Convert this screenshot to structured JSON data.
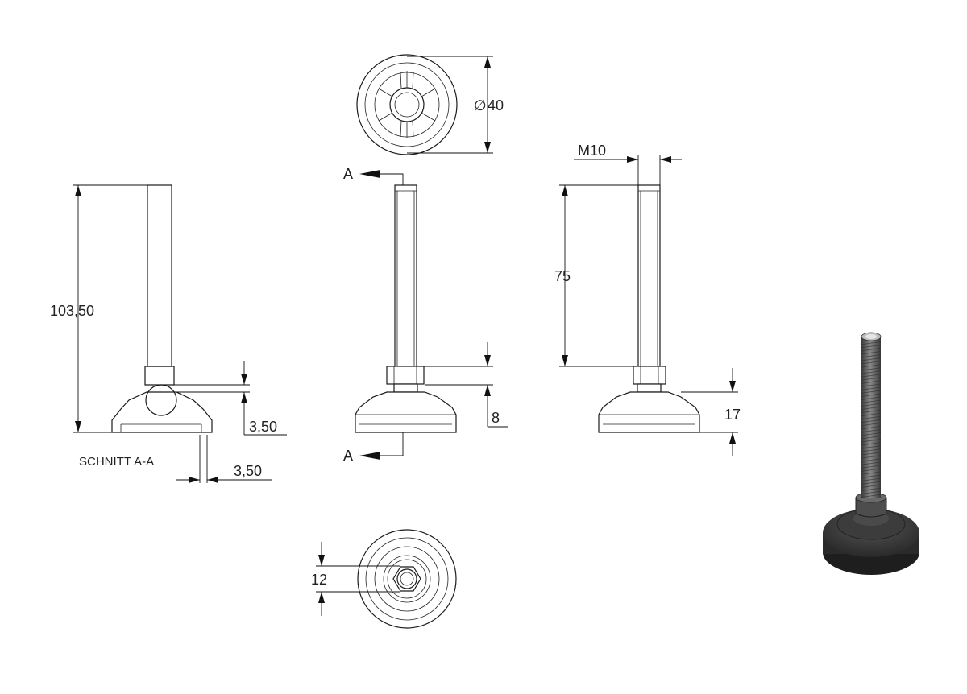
{
  "dimensions": {
    "diameter": "40",
    "thread": "M10",
    "total_height": "103,50",
    "thread_length": "75",
    "base_height_8": "8",
    "base_height_17": "17",
    "section_offset_v": "3,50",
    "section_offset_h": "3,50",
    "hex_size": "12"
  },
  "labels": {
    "section_title": "SCHNITT A-A",
    "section_top": "A",
    "section_bottom": "A",
    "diameter_symbol": "∅"
  },
  "colors": {
    "line": "#1a1a1a",
    "render_base": "#3a3a3a",
    "render_thread": "#5c5c5c"
  }
}
